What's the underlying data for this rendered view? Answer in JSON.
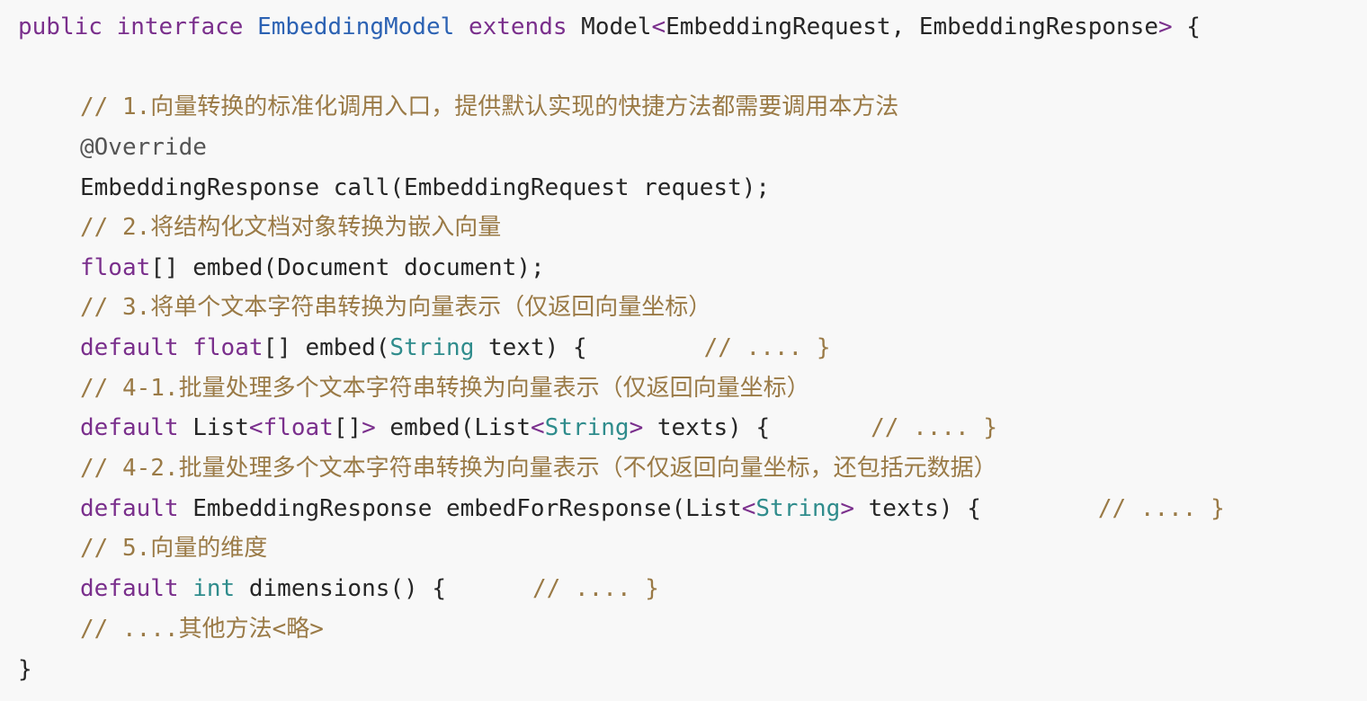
{
  "code": {
    "line0": {
      "kw_public": "public",
      "kw_interface": "interface",
      "name": "EmbeddingModel",
      "kw_extends": "extends",
      "model": "Model",
      "lt": "<",
      "req": "EmbeddingRequest",
      "comma": ",",
      "resp": "EmbeddingResponse",
      "gt": ">",
      "brace": "{"
    },
    "line2": {
      "comment": "// 1.向量转换的标准化调用入口，提供默认实现的快捷方法都需要调用本方法"
    },
    "line3": {
      "annotation": "@Override"
    },
    "line4": {
      "ret": "EmbeddingResponse",
      "method": "call",
      "open": "(",
      "param_type": "EmbeddingRequest",
      "param": "request",
      "close": ");"
    },
    "line5": {
      "comment": "// 2.将结构化文档对象转换为嵌入向量"
    },
    "line6": {
      "float": "float",
      "arr": "[]",
      "method": "embed",
      "open": "(",
      "param_type": "Document",
      "param": "document",
      "close": ");"
    },
    "line7": {
      "comment": "// 3.将单个文本字符串转换为向量表示（仅返回向量坐标）"
    },
    "line8": {
      "default": "default",
      "float": "float",
      "arr": "[]",
      "method": "embed",
      "open": "(",
      "string": "String",
      "param": "text",
      "close": ")",
      "brace": "{",
      "comment": "// ....",
      "end": "}"
    },
    "line9": {
      "comment": "// 4-1.批量处理多个文本字符串转换为向量表示（仅返回向量坐标）"
    },
    "line10": {
      "default": "default",
      "list": "List",
      "lt": "<",
      "float": "float",
      "arr": "[]",
      "gt": ">",
      "method": "embed",
      "open": "(",
      "list2": "List",
      "lt2": "<",
      "string": "String",
      "gt2": ">",
      "param": "texts",
      "close": ")",
      "brace": "{",
      "comment": "// ....",
      "end": "}"
    },
    "line11": {
      "comment": "// 4-2.批量处理多个文本字符串转换为向量表示（不仅返回向量坐标，还包括元数据）"
    },
    "line12": {
      "default": "default",
      "ret": "EmbeddingResponse",
      "method": "embedForResponse",
      "open": "(",
      "list": "List",
      "lt": "<",
      "string": "String",
      "gt": ">",
      "param": "texts",
      "close": ")",
      "brace": "{",
      "comment": "// ....",
      "end": "}"
    },
    "line13": {
      "comment": "// 5.向量的维度"
    },
    "line14": {
      "default": "default",
      "int": "int",
      "method": "dimensions",
      "parens": "()",
      "brace": "{",
      "comment": "// ....",
      "end": "}"
    },
    "line15": {
      "comment": "// ....其他方法<略>"
    },
    "line16": {
      "brace": "}"
    }
  },
  "colors": {
    "background": "#f8f8f8",
    "keyword": "#7a2f8c",
    "type": "#2c62b3",
    "builtin": "#2f8c8c",
    "comment": "#9a7a46",
    "text": "#262626"
  }
}
